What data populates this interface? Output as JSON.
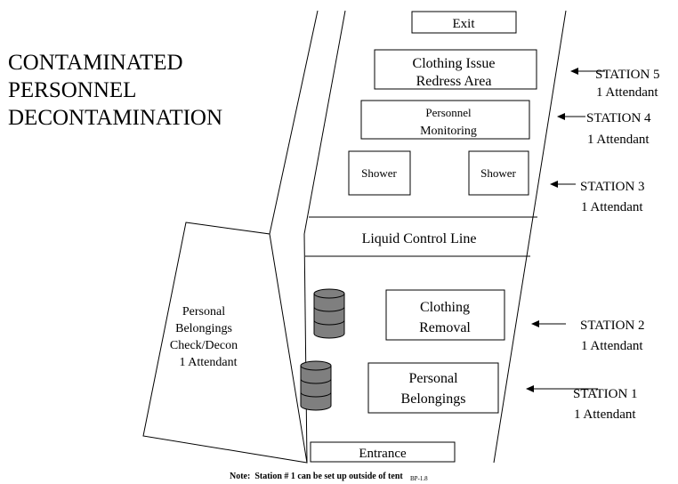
{
  "title_lines": [
    "CONTAMINATED",
    "PERSONNEL",
    "DECONTAMINATION"
  ],
  "boxes": {
    "exit": "Exit",
    "clothing_issue": [
      "Clothing Issue",
      "Redress Area"
    ],
    "personnel_monitoring": [
      "Personnel",
      "Monitoring"
    ],
    "shower_left": "Shower",
    "shower_right": "Shower",
    "clothing_removal": [
      "Clothing",
      "Removal"
    ],
    "personal_belongings": [
      "Personal",
      "Belongings"
    ],
    "entrance": "Entrance"
  },
  "liquid_control_line": "Liquid Control Line",
  "side_area": [
    "Personal",
    "Belongings",
    "Check/Decon",
    "1 Attendant"
  ],
  "stations": [
    {
      "name": "STATION 5",
      "attendant": "1 Attendant"
    },
    {
      "name": "STATION 4",
      "attendant": "1 Attendant"
    },
    {
      "name": "STATION 3",
      "attendant": "1 Attendant"
    },
    {
      "name": "STATION 2",
      "attendant": "1 Attendant"
    },
    {
      "name": "STATION 1",
      "attendant": "1 Attendant"
    }
  ],
  "note": "Note:  Station # 1 can be set up outside of tent",
  "page_code": "BP-1.8",
  "colors": {
    "barrel_fill": "#7f7f7f",
    "barrel_stroke": "#000000",
    "line": "#000000"
  }
}
